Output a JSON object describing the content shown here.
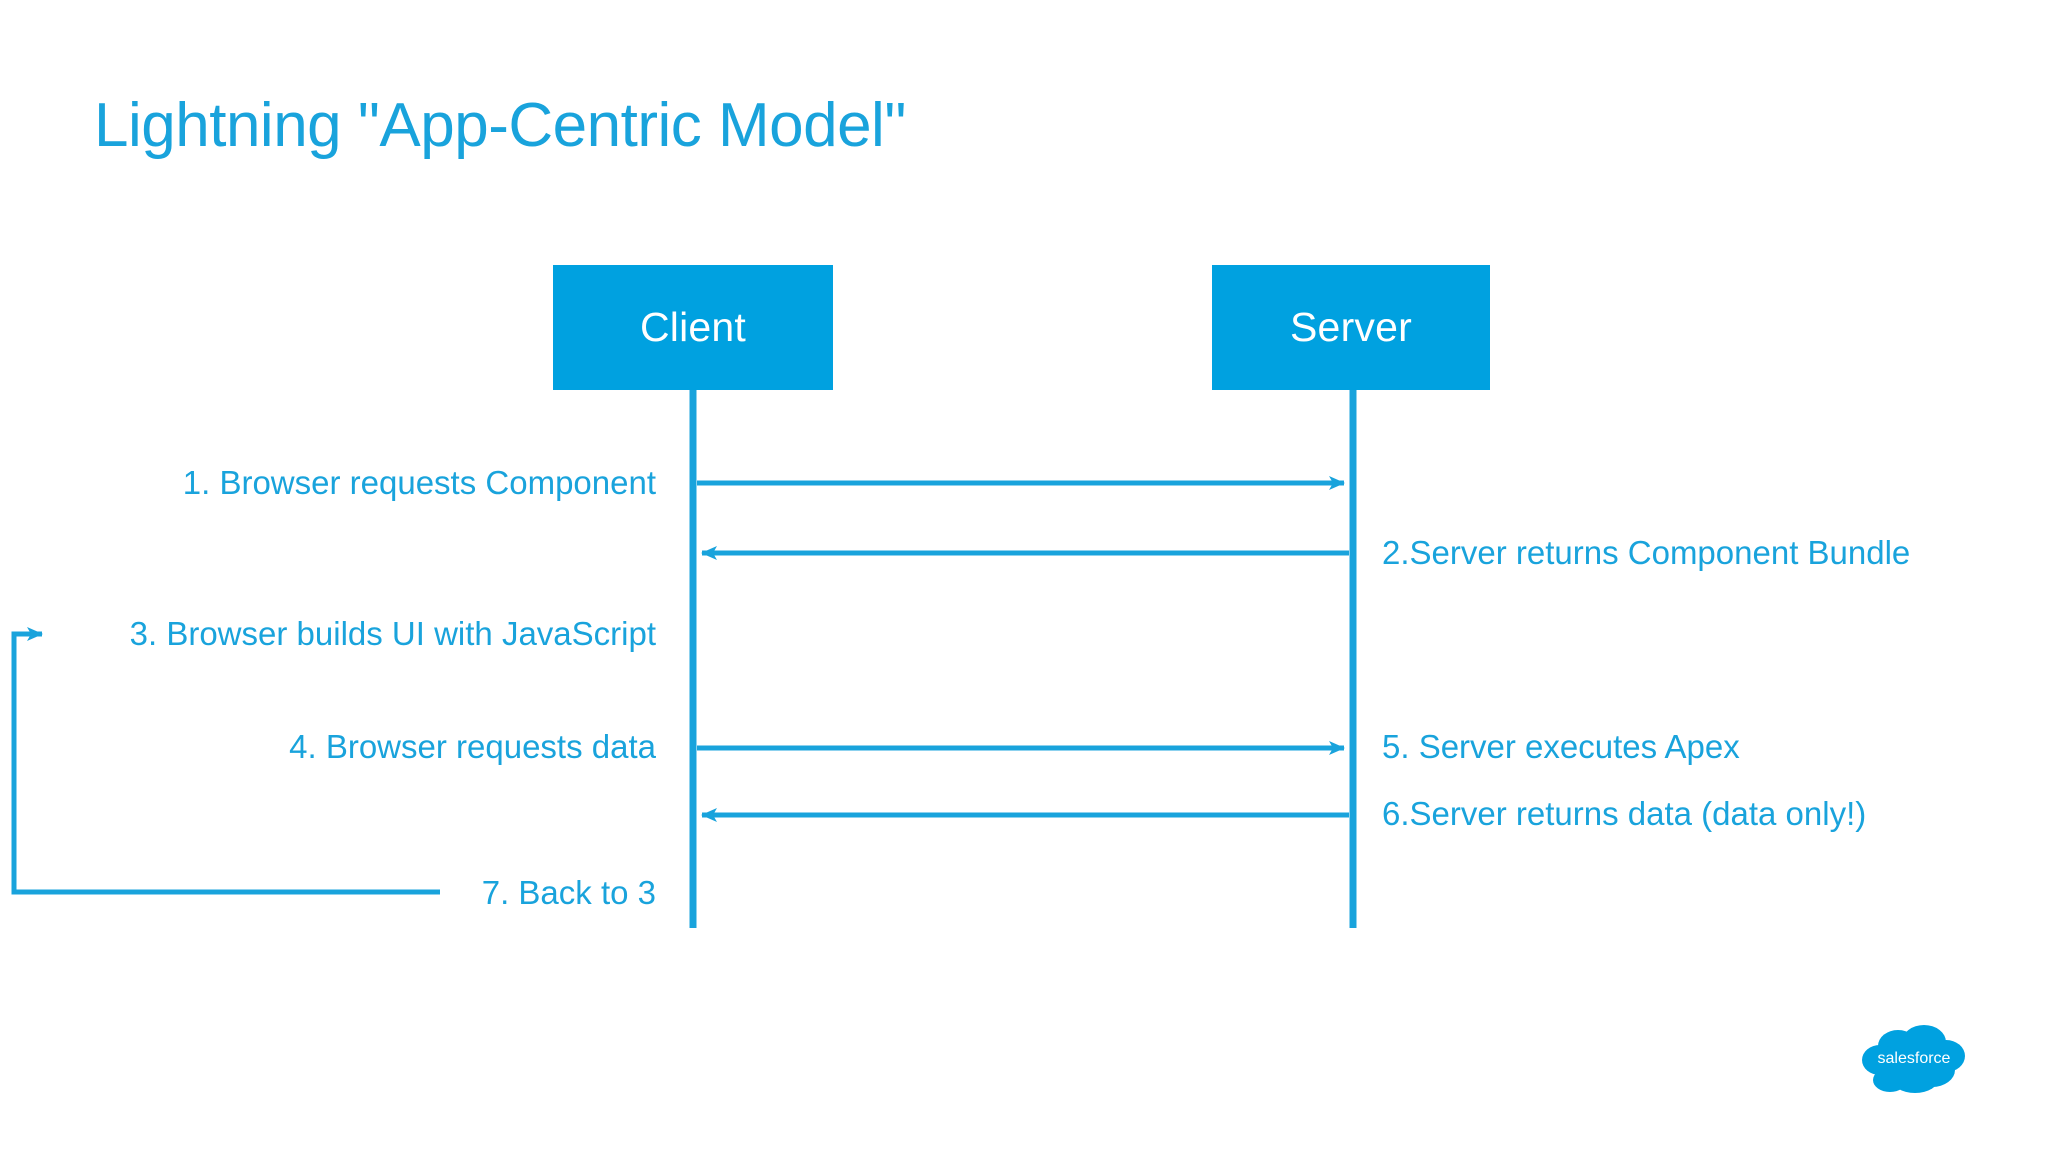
{
  "slide": {
    "title": "Lightning \"App-Centric Model\"",
    "background_color": "#FFFFFF",
    "accent_color": "#00A1E0",
    "text_color": "#19A3DC"
  },
  "diagram": {
    "type": "sequence-diagram",
    "participants": [
      {
        "id": "client",
        "label": "Client"
      },
      {
        "id": "server",
        "label": "Server"
      }
    ],
    "steps": [
      {
        "number": "1",
        "text": "1. Browser requests Component",
        "from": "client",
        "to": "server",
        "direction": "right"
      },
      {
        "number": "2",
        "text": "2.Server returns Component Bundle",
        "from": "server",
        "to": "client",
        "direction": "left"
      },
      {
        "number": "3",
        "text": "3. Browser builds UI with JavaScript",
        "from": "client",
        "to": "client",
        "direction": "self"
      },
      {
        "number": "4",
        "text": "4. Browser requests data",
        "from": "client",
        "to": "server",
        "direction": "right"
      },
      {
        "number": "5",
        "text": "5. Server executes Apex",
        "from": "server",
        "to": "server",
        "direction": "none"
      },
      {
        "number": "6",
        "text": "6.Server returns data (data only!)",
        "from": "server",
        "to": "client",
        "direction": "left"
      },
      {
        "number": "7",
        "text": "7. Back to 3",
        "from": "client",
        "to": "step3",
        "direction": "loop-back"
      }
    ]
  },
  "branding": {
    "logo_name": "salesforce-cloud-logo",
    "logo_text": "salesforce",
    "logo_color": "#00A1E0"
  }
}
